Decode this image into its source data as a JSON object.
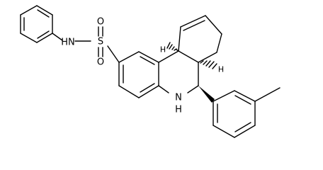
{
  "molecule": {
    "atom_labels": {
      "nh_sulfonamide": "HN",
      "sulfur": "S",
      "oxygen_top": "O",
      "oxygen_bottom": "O",
      "nh_ring": "N",
      "nh_ring_h": "H",
      "h_upper": "H",
      "h_lower": "H"
    }
  }
}
